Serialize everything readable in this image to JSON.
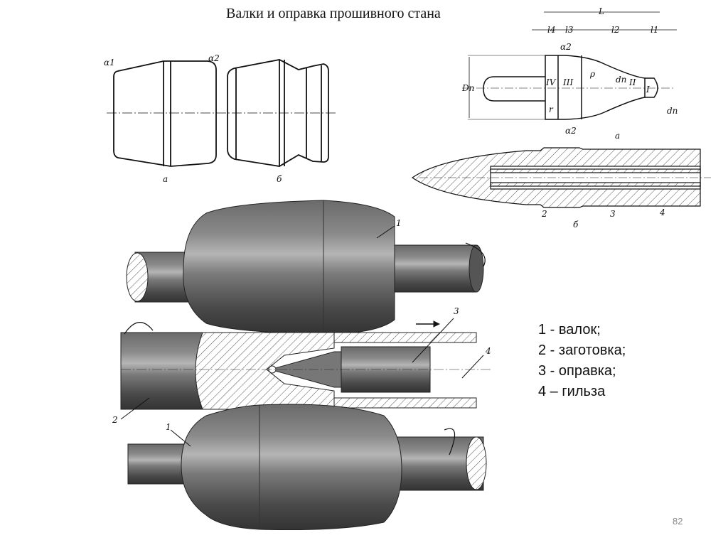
{
  "slide": {
    "title": "Валки и оправка прошивного стана",
    "page_number": "82"
  },
  "legend": [
    "1 - валок;",
    "2 - заготовка;",
    "3 - оправка;",
    "4 – гильза"
  ],
  "rolls_drawing": {
    "label_a": "а",
    "label_b": "б",
    "alpha1": "α1",
    "alpha2": "α2"
  },
  "mandrel_drawing": {
    "L": "L",
    "l1": "l1",
    "l2": "l2",
    "l3": "l3",
    "l4": "l4",
    "zone_I": "I",
    "zone_II": "II",
    "zone_III": "III",
    "zone_IV": "IV",
    "D_n": "Dп",
    "d_n": "dп",
    "rho": "ρ",
    "alpha2": "α2",
    "alpha3": "α2",
    "r": "r",
    "label_a": "а",
    "label_b": "б",
    "part2": "2",
    "part3": "3",
    "part4": "4"
  },
  "main_illustration": {
    "label_1_top": "1",
    "label_1_bottom": "1",
    "label_2": "2",
    "label_3": "3",
    "label_4": "4"
  }
}
